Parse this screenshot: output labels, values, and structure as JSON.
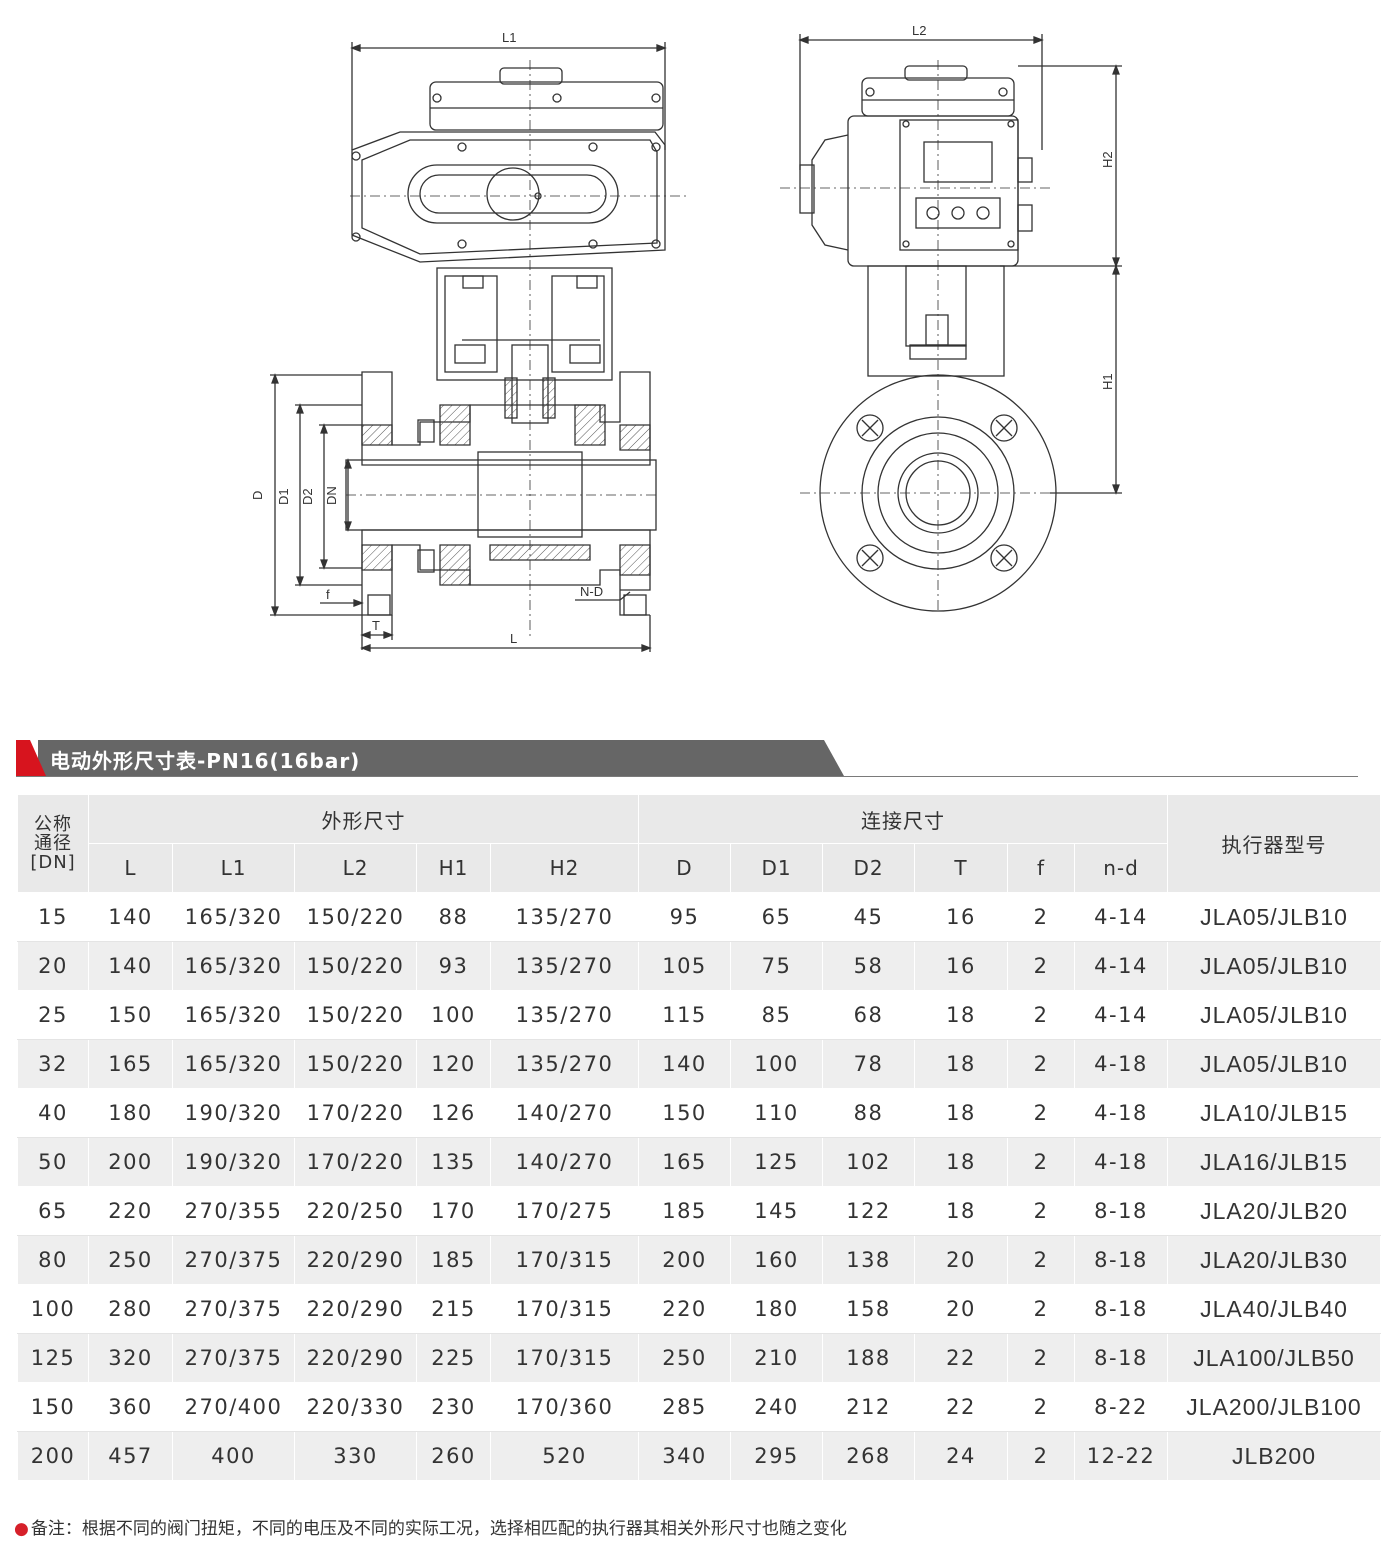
{
  "drawing": {
    "labels": {
      "L1": "L1",
      "L2": "L2",
      "H1": "H1",
      "H2": "H2",
      "D": "D",
      "D1": "D1",
      "D2": "D2",
      "DN": "DN",
      "f": "f",
      "T": "T",
      "L": "L",
      "N_d": "N-D"
    }
  },
  "section": {
    "title": "电动外形尺寸表-PN16(16bar)",
    "accent_color": "#d7141e",
    "bar_color": "#666666"
  },
  "table": {
    "dn_header": [
      "公称",
      "通径",
      "[DN]"
    ],
    "group_outer": "外形尺寸",
    "group_connect": "连接尺寸",
    "model_header": "执行器型号",
    "columns": [
      "L",
      "L1",
      "L2",
      "H1",
      "H2",
      "D",
      "D1",
      "D2",
      "T",
      "f",
      "n-d"
    ],
    "rows": [
      [
        "15",
        "140",
        "165/320",
        "150/220",
        "88",
        "135/270",
        "95",
        "65",
        "45",
        "16",
        "2",
        "4-14",
        "JLA05/JLB10"
      ],
      [
        "20",
        "140",
        "165/320",
        "150/220",
        "93",
        "135/270",
        "105",
        "75",
        "58",
        "16",
        "2",
        "4-14",
        "JLA05/JLB10"
      ],
      [
        "25",
        "150",
        "165/320",
        "150/220",
        "100",
        "135/270",
        "115",
        "85",
        "68",
        "18",
        "2",
        "4-14",
        "JLA05/JLB10"
      ],
      [
        "32",
        "165",
        "165/320",
        "150/220",
        "120",
        "135/270",
        "140",
        "100",
        "78",
        "18",
        "2",
        "4-18",
        "JLA05/JLB10"
      ],
      [
        "40",
        "180",
        "190/320",
        "170/220",
        "126",
        "140/270",
        "150",
        "110",
        "88",
        "18",
        "2",
        "4-18",
        "JLA10/JLB15"
      ],
      [
        "50",
        "200",
        "190/320",
        "170/220",
        "135",
        "140/270",
        "165",
        "125",
        "102",
        "18",
        "2",
        "4-18",
        "JLA16/JLB15"
      ],
      [
        "65",
        "220",
        "270/355",
        "220/250",
        "170",
        "170/275",
        "185",
        "145",
        "122",
        "18",
        "2",
        "8-18",
        "JLA20/JLB20"
      ],
      [
        "80",
        "250",
        "270/375",
        "220/290",
        "185",
        "170/315",
        "200",
        "160",
        "138",
        "20",
        "2",
        "8-18",
        "JLA20/JLB30"
      ],
      [
        "100",
        "280",
        "270/375",
        "220/290",
        "215",
        "170/315",
        "220",
        "180",
        "158",
        "20",
        "2",
        "8-18",
        "JLA40/JLB40"
      ],
      [
        "125",
        "320",
        "270/375",
        "220/290",
        "225",
        "170/315",
        "250",
        "210",
        "188",
        "22",
        "2",
        "8-18",
        "JLA100/JLB50"
      ],
      [
        "150",
        "360",
        "270/400",
        "220/330",
        "230",
        "170/360",
        "285",
        "240",
        "212",
        "22",
        "2",
        "8-22",
        "JLA200/JLB100"
      ],
      [
        "200",
        "457",
        "400",
        "330",
        "260",
        "520",
        "340",
        "295",
        "268",
        "24",
        "2",
        "12-22",
        "JLB200"
      ]
    ]
  },
  "footnote": {
    "text": "备注：根据不同的阀门扭矩，不同的电压及不同的实际工况，选择相匹配的执行器其相关外形尺寸也随之变化",
    "bullet_color": "#d6202a"
  }
}
